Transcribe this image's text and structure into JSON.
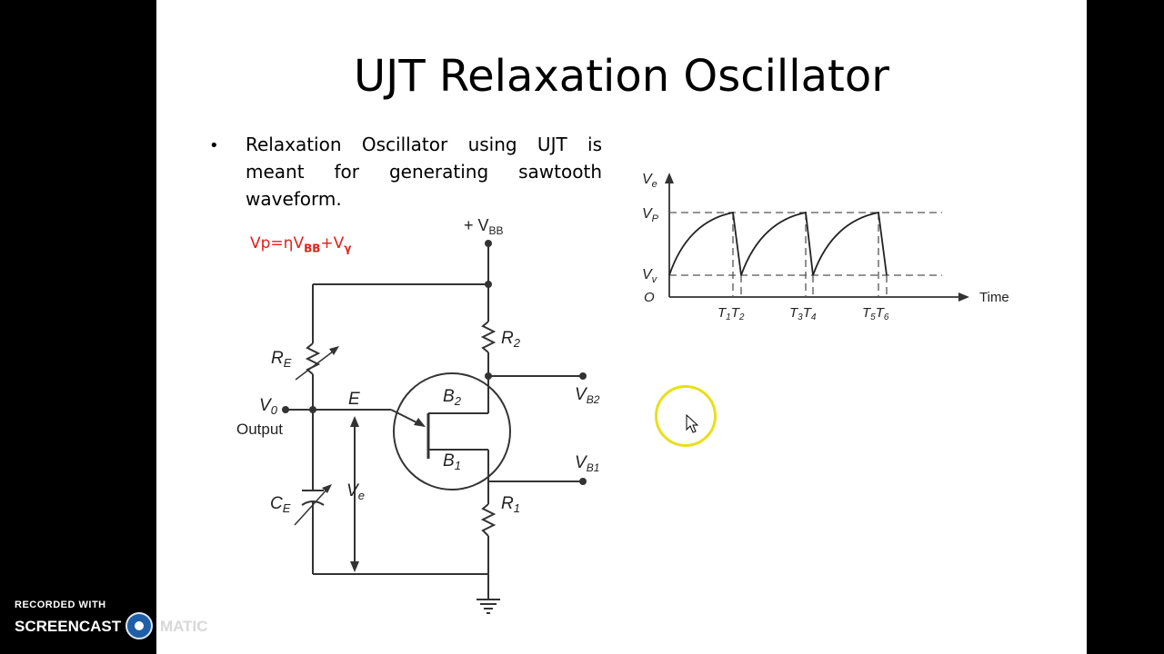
{
  "slide": {
    "title": "UJT Relaxation Oscillator",
    "bullet_symbol": "•",
    "bullet_text": "Relaxation Oscillator using UJT is meant for generating sawtooth waveform.",
    "formula": {
      "base": "Vp=ηV",
      "sub1": "BB",
      "mid": "+V",
      "sub2": "γ"
    },
    "formula_color": "#e0201b"
  },
  "circuit_labels": {
    "supply": "+ V",
    "supply_sub": "BB",
    "r2": "R",
    "r2_sub": "2",
    "re": "R",
    "re_sub": "E",
    "v0": "V",
    "v0_sub": "0",
    "output": "Output",
    "e": "E",
    "b2": "B",
    "b2_sub": "2",
    "b1": "B",
    "b1_sub": "1",
    "vb2": "V",
    "vb2_sub": "B2",
    "vb1": "V",
    "vb1_sub": "B1",
    "r1": "R",
    "r1_sub": "1",
    "ce": "C",
    "ce_sub": "E",
    "ve": "V",
    "ve_sub": "e"
  },
  "waveform_labels": {
    "ve": "V",
    "ve_sub": "e",
    "vp": "V",
    "vp_sub": "P",
    "vv": "V",
    "vv_sub": "v",
    "origin": "O",
    "time": "Time",
    "t_labels": [
      "T",
      "1",
      "T",
      "2",
      "T",
      "3",
      "T",
      "4",
      "T",
      "5",
      "T",
      "6"
    ]
  },
  "watermark": {
    "top": "RECORDED WITH",
    "left": "SCREENCAST",
    "right": "MATIC"
  }
}
